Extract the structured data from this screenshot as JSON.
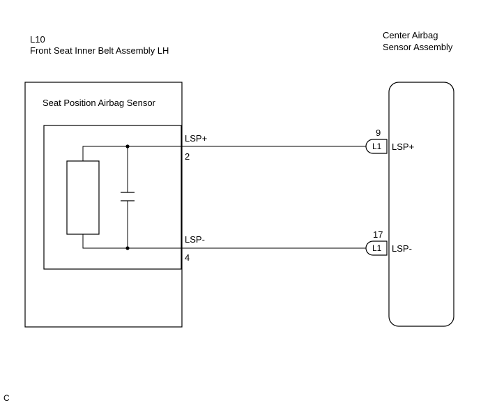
{
  "left_component": {
    "code": "L10",
    "name": "Front Seat Inner Belt Assembly LH",
    "sensor_title": "Seat Position Airbag Sensor",
    "pins": [
      {
        "signal": "LSP+",
        "pin": "2"
      },
      {
        "signal": "LSP-",
        "pin": "4"
      }
    ]
  },
  "right_component": {
    "name_line1": "Center Airbag",
    "name_line2": "Sensor Assembly",
    "pins": [
      {
        "pin": "9",
        "connector": "L1",
        "signal": "LSP+"
      },
      {
        "pin": "17",
        "connector": "L1",
        "signal": "LSP-"
      }
    ]
  },
  "footer_code": "C",
  "colors": {
    "line": "#000000",
    "background": "#ffffff"
  }
}
